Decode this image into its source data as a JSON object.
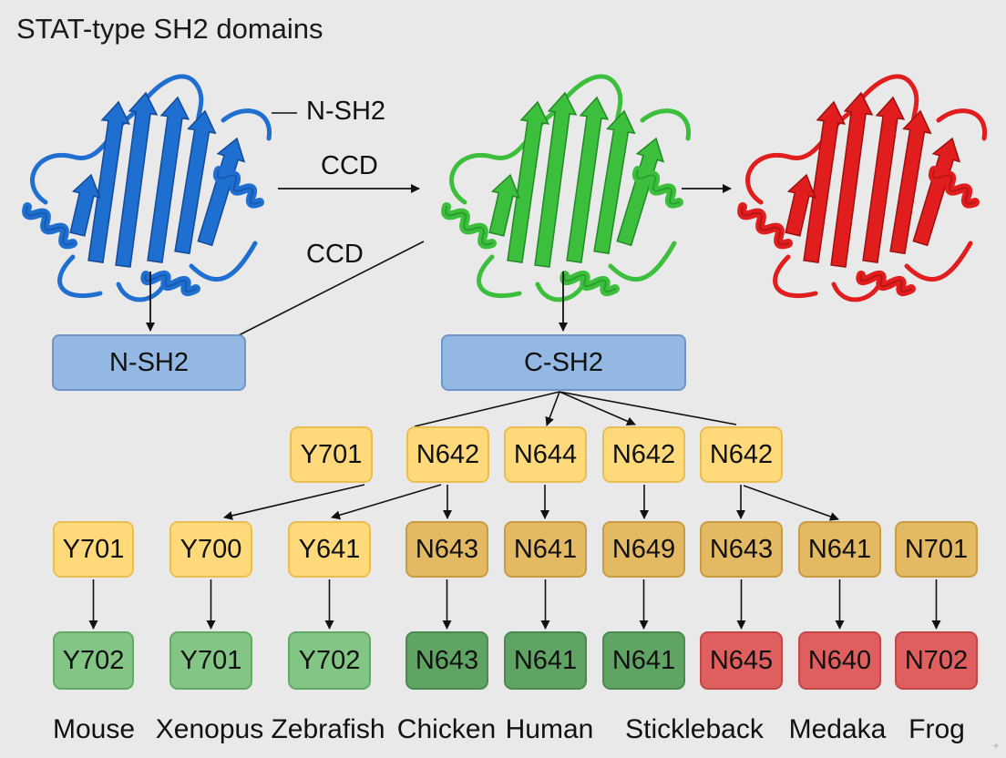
{
  "title": "STAT-type SH2 domains",
  "structures": [
    {
      "id": "blue",
      "color": "#1f6fd1",
      "dark": "#134a99",
      "label": "N-SH2"
    },
    {
      "id": "green",
      "color": "#3cbf3c",
      "dark": "#208a24"
    },
    {
      "id": "red",
      "color": "#e11d1d",
      "dark": "#9c1010"
    }
  ],
  "edge_labels": {
    "ccd_top": "CCD",
    "ccd_diag": "CCD"
  },
  "domain_boxes": {
    "n_sh2": "N-SH2",
    "c_sh2": "C-SH2"
  },
  "row1": [
    "Y701",
    "N642",
    "N644",
    "N642",
    "N642"
  ],
  "row2": [
    "Y701",
    "Y700",
    "Y641",
    "N643",
    "N641",
    "N649",
    "N643",
    "N641",
    "N701"
  ],
  "row3": [
    "Y702",
    "Y701",
    "Y702",
    "N643",
    "N641",
    "N641",
    "N645",
    "N640",
    "N702"
  ],
  "species": [
    "Mouse",
    "Xenopus",
    "Zebrafish",
    "Chicken",
    "Human",
    "Stickleback",
    "Medaka",
    "Frog"
  ],
  "colors": {
    "background": "#e9e9e9",
    "domain_box": "#93b8e4",
    "yellow": "#ffd97a",
    "tan": "#e4b964",
    "light_green": "#82c584",
    "dark_green": "#5fa463",
    "red": "#df5f5f"
  }
}
